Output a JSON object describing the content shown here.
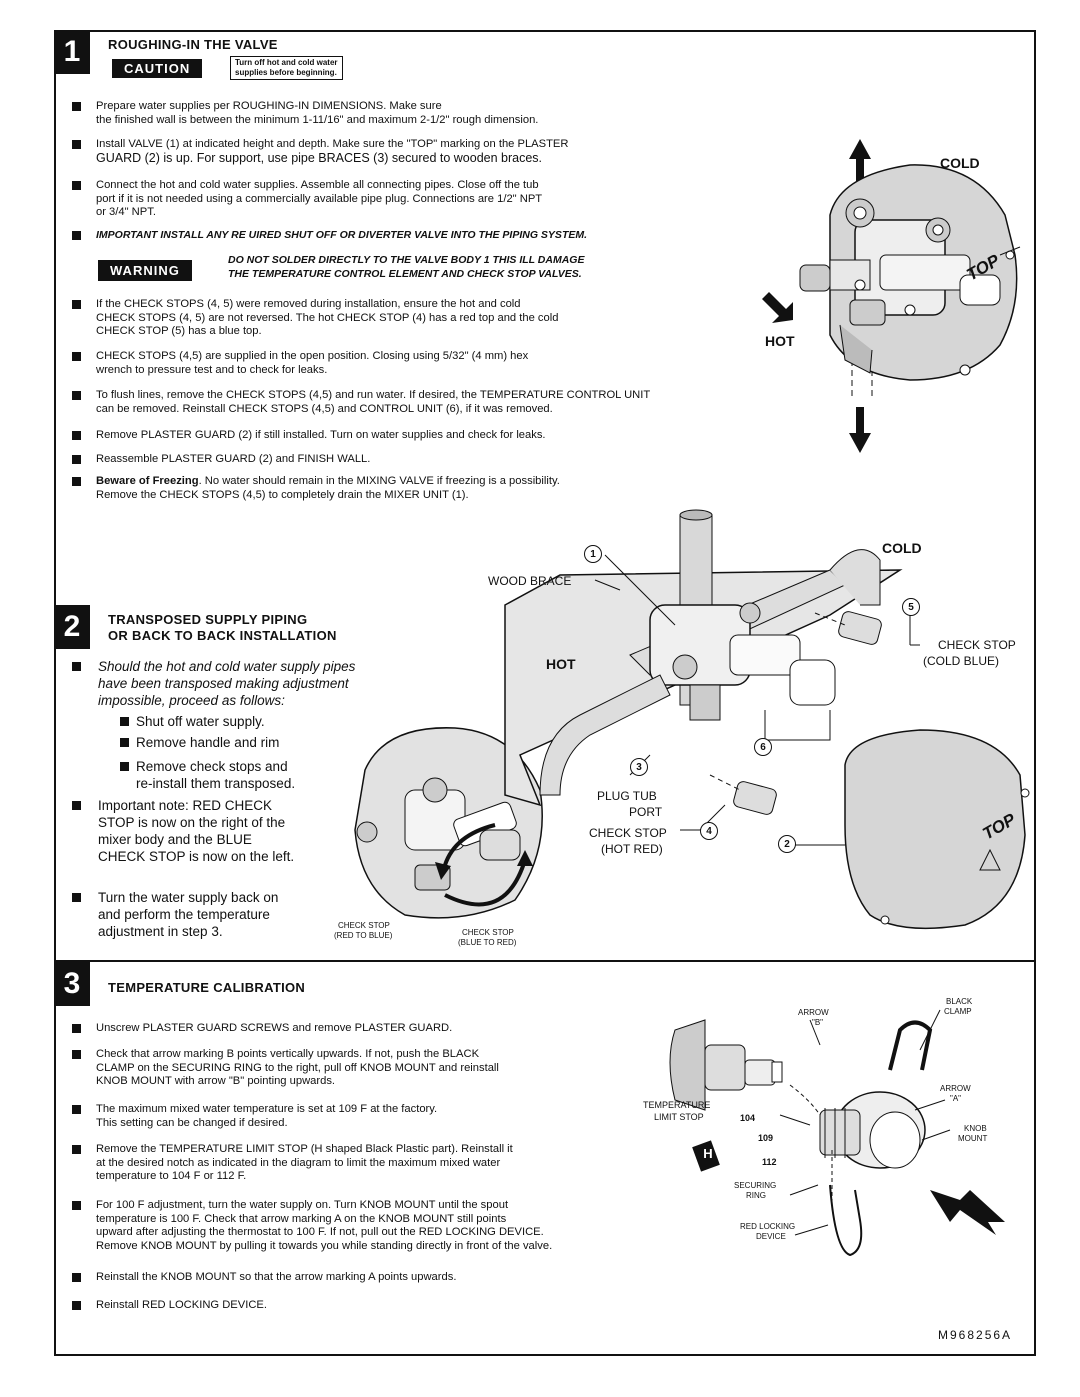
{
  "doc_code": "M968256A",
  "section1": {
    "number": "1",
    "title": "ROUGHING-IN THE VALVE",
    "caution_label": "CAUTION",
    "caution_text_1": "Turn off hot and cold water",
    "caution_text_2": "supplies before beginning.",
    "bullets": [
      [
        "Prepare water supplies per ROUGHING-IN DIMENSIONS. Make sure",
        "the finished wall is between the minimum 1-11/16\" and maximum 2-1/2\" rough dimension."
      ],
      [
        "Install VALVE (1) at indicated height and depth. Make sure the \"TOP\" marking on the PLASTER",
        "GUARD (2) is up. For support, use pipe BRACES (3) secured to wooden braces."
      ],
      [
        "Connect the hot and cold water supplies. Assemble all connecting pipes. Close off the tub",
        "port if it is not needed using a commercially available pipe plug. Connections are 1/2\" NPT",
        "or 3/4\" NPT."
      ]
    ],
    "important": "IMPORTANT  INSTALL ANY RE  UIRED SHUT OFF OR DIVERTER VALVE INTO THE PIPING SYSTEM.",
    "warning_label": "WARNING",
    "warning_text_1": "DO NOT SOLDER DIRECTLY TO THE VALVE BODY  1  THIS    ILL DAMAGE",
    "warning_text_2": "THE TEMPERATURE CONTROL ELEMENT AND CHECK STOP VALVES.",
    "bullets2": [
      [
        "If the CHECK STOPS (4, 5) were removed during installation, ensure the hot and cold",
        "CHECK STOPS (4, 5) are not reversed. The hot CHECK STOP (4) has a red top and the cold",
        "CHECK STOP (5) has a blue top."
      ],
      [
        "CHECK STOPS (4,5) are supplied in the open position. Closing using 5/32\" (4 mm) hex",
        "wrench to pressure test and to check for leaks."
      ],
      [
        "To flush lines, remove the CHECK STOPS (4,5) and run water. If desired, the TEMPERATURE CONTROL UNIT",
        "can be removed. Reinstall CHECK STOPS (4,5) and CONTROL UNIT (6), if it was removed."
      ],
      [
        "Remove PLASTER GUARD (2) if still installed. Turn on water supplies and check for leaks."
      ],
      [
        "Reassemble PLASTER GUARD (2) and FINISH WALL."
      ]
    ],
    "freeze_bold": "Beware of Freezing",
    "freeze_rest": ". No water should remain in the MIXING VALVE if freezing is a possibility.",
    "freeze_line2": "Remove the CHECK STOPS (4,5) to completely drain the MIXER UNIT (1).",
    "cold": "COLD",
    "hot": "HOT",
    "top": "TOP"
  },
  "section2": {
    "number": "2",
    "title_1": "TRANSPOSED SUPPLY PIPING",
    "title_2": "OR BACK TO BACK INSTALLATION",
    "intro": [
      "Should the hot and cold water supply pipes",
      "have been transposed making adjustment",
      "impossible, proceed as follows:"
    ],
    "steps": [
      "Shut off water supply.",
      "Remove handle and rim",
      "Remove check stops and",
      "re-install them transposed."
    ],
    "note": [
      "Important note: RED CHECK",
      "STOP is now on the right of the",
      "mixer body and the BLUE",
      "CHECK STOP is now on the left."
    ],
    "final": [
      "Turn the water supply back on",
      "and perform the temperature",
      "adjustment in step 3."
    ],
    "cs_left_1": "CHECK STOP",
    "cs_left_2": "(RED TO BLUE)",
    "cs_right_1": "CHECK STOP",
    "cs_right_2": "(BLUE TO RED)",
    "wood_brace": "WOOD BRACE",
    "cold": "COLD",
    "hot": "HOT",
    "cs_cold_1": "CHECK STOP",
    "cs_cold_2": "(COLD BLUE)",
    "plug_1": "PLUG TUB",
    "plug_2": "PORT",
    "cs_hot_1": "CHECK STOP",
    "cs_hot_2": "(HOT RED)",
    "n1": "1",
    "n2": "2",
    "n3": "3",
    "n4": "4",
    "n5": "5",
    "n6": "6",
    "top": "TOP"
  },
  "section3": {
    "number": "3",
    "title": "TEMPERATURE CALIBRATION",
    "bullets": [
      [
        "Unscrew PLASTER GUARD SCREWS and remove PLASTER GUARD."
      ],
      [
        "Check that arrow marking B points vertically upwards. If not, push the BLACK",
        "CLAMP on the SECURING RING to the right, pull off KNOB MOUNT and reinstall",
        "KNOB MOUNT with arrow \"B\" pointing upwards."
      ],
      [
        "The maximum mixed water temperature is set at 109  F at the factory.",
        "This setting can be changed if desired."
      ],
      [
        "Remove the TEMPERATURE LIMIT STOP (H shaped Black Plastic part). Reinstall it",
        "at the desired notch as indicated in the diagram to limit the maximum mixed water",
        "temperature to 104 F or 112 F."
      ],
      [
        "For 100  F adjustment, turn the water supply on. Turn KNOB MOUNT until the spout",
        "temperature is 100  F. Check that arrow marking A on the KNOB MOUNT still points",
        "upward after adjusting the thermostat to 100  F.  If not, pull out the RED LOCKING DEVICE.",
        "Remove KNOB MOUNT by pulling it towards you while standing directly in front of the valve."
      ],
      [
        "Reinstall the KNOB MOUNT so that the arrow marking A points upwards."
      ],
      [
        "Reinstall RED LOCKING DEVICE."
      ]
    ],
    "arrow_b_1": "ARROW",
    "arrow_b_2": "\"B\"",
    "black_clamp_1": "BLACK",
    "black_clamp_2": "CLAMP",
    "arrow_a_1": "ARROW",
    "arrow_a_2": "\"A\"",
    "temp_limit_1": "TEMPERATURE",
    "temp_limit_2": "LIMIT STOP",
    "knob_1": "KNOB",
    "knob_2": "MOUNT",
    "ring_1": "SECURING",
    "ring_2": "RING",
    "lock_1": "RED LOCKING",
    "lock_2": "DEVICE",
    "t104": "104",
    "t109": "109",
    "t112": "112",
    "h_letter": "H"
  }
}
